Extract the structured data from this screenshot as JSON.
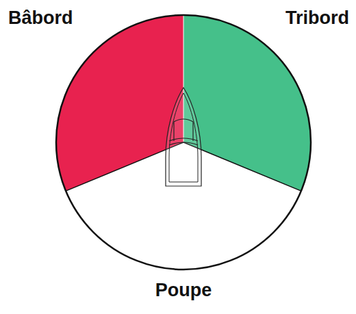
{
  "diagram": {
    "labels": [
      "Bâbord",
      "Tribord",
      "Poupe"
    ]
  }
}
